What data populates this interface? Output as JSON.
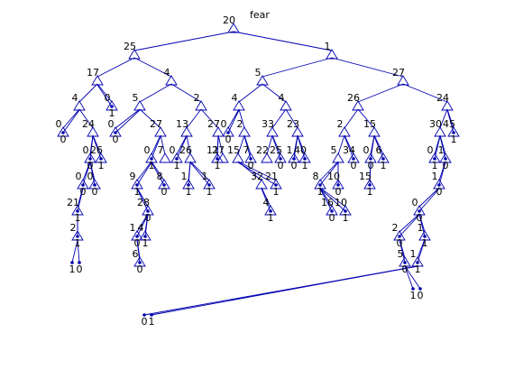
{
  "title": "fear",
  "colors": {
    "tree": "#0000b0",
    "text": "#000000",
    "background": "#ffffff"
  },
  "tree": {
    "nodes": [
      [
        "n0",
        "20"
      ],
      [
        "n1",
        "25"
      ],
      [
        "n2",
        "1"
      ],
      [
        "n3",
        "17"
      ],
      [
        "n4",
        "4"
      ],
      [
        "n5",
        "5"
      ],
      [
        "n6",
        "27"
      ],
      [
        "n7",
        "4"
      ],
      [
        "n8",
        "0"
      ],
      [
        "n9",
        "5"
      ],
      [
        "n10",
        "2"
      ],
      [
        "n11",
        "4"
      ],
      [
        "n12",
        "4"
      ],
      [
        "n13",
        "26"
      ],
      [
        "n14",
        "24"
      ],
      [
        "n15",
        "0"
      ],
      [
        "n16",
        "24"
      ],
      [
        "n17",
        "0"
      ],
      [
        "n18",
        "27"
      ],
      [
        "n19",
        "13"
      ],
      [
        "n20",
        "27"
      ],
      [
        "n21",
        "0"
      ],
      [
        "n22",
        "2"
      ],
      [
        "n23",
        "33"
      ],
      [
        "n24",
        "23"
      ],
      [
        "n25",
        "2"
      ],
      [
        "n26",
        "15"
      ],
      [
        "n27",
        "30"
      ],
      [
        "n28",
        "45"
      ],
      [
        "n29",
        "0"
      ],
      [
        "n30",
        "26"
      ],
      [
        "n31",
        "0"
      ],
      [
        "n32",
        "7"
      ],
      [
        "n33",
        "26"
      ],
      [
        "n34",
        "0"
      ],
      [
        "n35",
        "27"
      ],
      [
        "n36",
        "11"
      ],
      [
        "n37",
        "15"
      ],
      [
        "n38",
        "7"
      ],
      [
        "n39",
        "22"
      ],
      [
        "n40",
        "25"
      ],
      [
        "n41",
        "1"
      ],
      [
        "n42",
        "40"
      ],
      [
        "n43",
        "5"
      ],
      [
        "n44",
        "34"
      ],
      [
        "n45",
        "0"
      ],
      [
        "n46",
        "6"
      ],
      [
        "n47",
        "0"
      ],
      [
        "n48",
        "1"
      ],
      [
        "n49",
        "0"
      ],
      [
        "n50",
        "0"
      ],
      [
        "n51",
        "9"
      ],
      [
        "n52",
        "8"
      ],
      [
        "n53",
        "1"
      ],
      [
        "n54",
        "1"
      ],
      [
        "n55",
        "32"
      ],
      [
        "n56",
        "21"
      ],
      [
        "n57",
        "8"
      ],
      [
        "n58",
        "10"
      ],
      [
        "n59",
        "15"
      ],
      [
        "n60",
        "1"
      ],
      [
        "n61",
        "21"
      ],
      [
        "n62",
        "28"
      ],
      [
        "n63",
        "4"
      ],
      [
        "n64",
        "16"
      ],
      [
        "n65",
        "10"
      ],
      [
        "n66",
        "0"
      ],
      [
        "n67",
        "2"
      ],
      [
        "n68",
        "1"
      ],
      [
        "n69",
        "4"
      ],
      [
        "n70",
        "2"
      ],
      [
        "n71",
        "1"
      ],
      [
        "n72",
        "6"
      ],
      [
        "n73",
        "5"
      ],
      [
        "n74",
        "1"
      ]
    ],
    "leaf_labels": [
      [
        "n2l0",
        "0"
      ],
      [
        "n2l1",
        "1"
      ],
      [
        "n2l2",
        "0"
      ],
      [
        "n2l3",
        "1"
      ],
      [
        "n2l4",
        "0"
      ],
      [
        "n2l5",
        "1"
      ],
      [
        "n2l6",
        "1"
      ],
      [
        "n2l7",
        "0"
      ],
      [
        "n2l8",
        "1"
      ],
      [
        "n2l9",
        "0"
      ],
      [
        "n2l10",
        "1"
      ],
      [
        "n2l11",
        "0"
      ],
      [
        "n2l12",
        "1"
      ],
      [
        "n2l13",
        "0"
      ],
      [
        "n2l14",
        "0"
      ],
      [
        "n2l15",
        "1"
      ],
      [
        "n2l16",
        "1"
      ],
      [
        "n2l17",
        "0"
      ],
      [
        "n2l18",
        "0"
      ],
      [
        "n2l19",
        "1"
      ],
      [
        "n2l20",
        "1"
      ],
      [
        "n2l21",
        "0"
      ],
      [
        "n2l22",
        "0"
      ],
      [
        "n2l23",
        "1"
      ],
      [
        "n2l24",
        "0"
      ],
      [
        "n2l25",
        "1"
      ],
      [
        "n2l26",
        "1"
      ],
      [
        "n2l27",
        "0"
      ],
      [
        "n2l28",
        "1"
      ],
      [
        "n2l29",
        "0"
      ],
      [
        "n2l30",
        "1"
      ],
      [
        "n2l31",
        "0"
      ],
      [
        "n2l32",
        "1"
      ],
      [
        "n2l33",
        "0"
      ],
      [
        "n2l34",
        "0"
      ],
      [
        "n2l35",
        "1"
      ],
      [
        "n2l36",
        "1"
      ],
      [
        "n2l37",
        "0"
      ],
      [
        "n2l38",
        "1"
      ],
      [
        "n2l39",
        "0"
      ],
      [
        "n2l40",
        "1"
      ],
      [
        "n2l41",
        "0"
      ],
      [
        "n2l42",
        "0"
      ],
      [
        "n2l43",
        "1"
      ],
      [
        "n2l44",
        "1"
      ],
      [
        "n2l45",
        "0"
      ],
      [
        "n2l46",
        "0"
      ],
      [
        "n2l47",
        "1"
      ],
      [
        "n2l48",
        "1"
      ],
      [
        "n2l49",
        "0"
      ]
    ]
  }
}
